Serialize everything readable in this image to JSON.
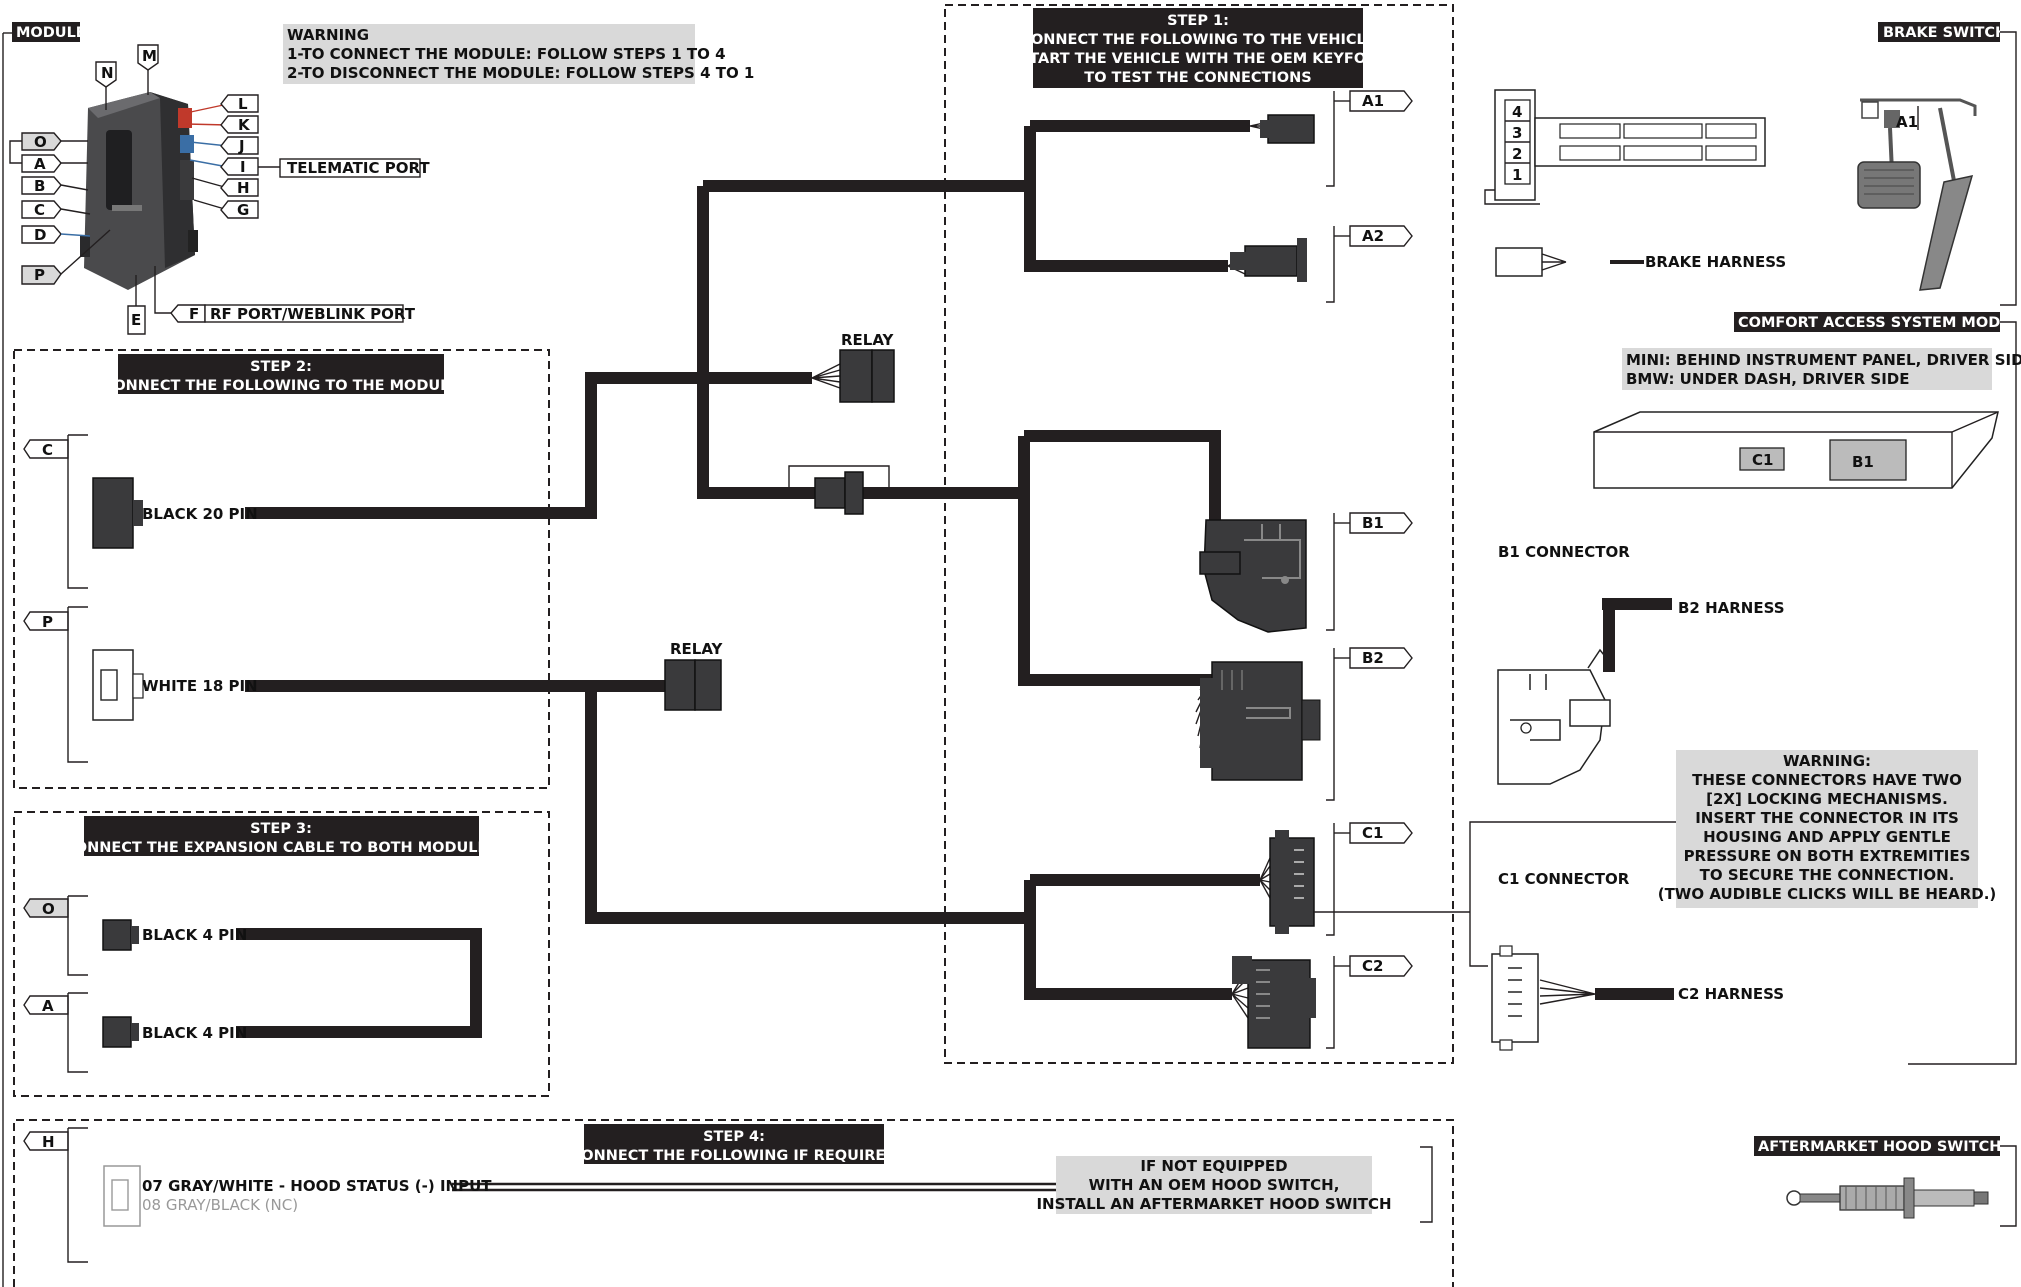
{
  "module": {
    "title": "MODULE",
    "warning": {
      "title": "WARNING",
      "line1": "1-TO CONNECT THE MODULE: FOLLOW STEPS 1 TO 4",
      "line2": "2-TO DISCONNECT THE MODULE: FOLLOW STEPS 4 TO 1"
    },
    "ports": {
      "N": "N",
      "M": "M",
      "L": "L",
      "K": "K",
      "J": "J",
      "I": "I",
      "H": "H",
      "G": "G",
      "O": "O",
      "A": "A",
      "B": "B",
      "C": "C",
      "D": "D",
      "P": "P",
      "E": "E",
      "F": "F"
    },
    "telematic_port": "TELEMATIC PORT",
    "rf_port": "RF PORT/WEBLINK PORT"
  },
  "step1": {
    "line1": "STEP 1:",
    "line2": "CONNECT THE FOLLOWING TO THE VEHICLE",
    "line3": "START THE VEHICLE WITH THE OEM KEYFOB",
    "line4": "TO TEST THE CONNECTIONS",
    "tags": {
      "a1": "A1",
      "a2": "A2",
      "b1": "B1",
      "b2": "B2",
      "c1": "C1",
      "c2": "C2"
    }
  },
  "step2": {
    "line1": "STEP 2:",
    "line2": "CONNECT THE FOLLOWING TO THE MODULE",
    "tag_c": "C",
    "tag_p": "P",
    "black20": "BLACK 20 PIN",
    "white18": "WHITE 18 PIN"
  },
  "step3": {
    "line1": "STEP 3:",
    "line2": "CONNECT THE EXPANSION CABLE TO BOTH MODULES",
    "tag_o": "O",
    "tag_a": "A",
    "black4a": "BLACK 4 PIN",
    "black4b": "BLACK 4 PIN"
  },
  "step4": {
    "line1": "STEP 4:",
    "line2": "CONNECT THE FOLLOWING IF REQUIRED",
    "tag_h": "H",
    "wire07": "07 GRAY/WHITE - HOOD STATUS (-) INPUT",
    "wire08": "08 GRAY/BLACK (NC)",
    "note1": "IF NOT EQUIPPED",
    "note2": "WITH AN OEM HOOD SWITCH,",
    "note3": "INSTALL AN AFTERMARKET HOOD SWITCH"
  },
  "relay_top": "RELAY",
  "relay_bottom": "RELAY",
  "brake_switch": {
    "title": "BRAKE SWITCH",
    "a1": "A1",
    "pins": [
      "4",
      "3",
      "2",
      "1"
    ],
    "harness": "BRAKE HARNESS"
  },
  "comfort": {
    "title": "COMFORT ACCESS SYSTEM MODULE",
    "mini": "MINI: BEHIND INSTRUMENT PANEL, DRIVER SIDE",
    "bmw": "BMW: UNDER DASH, DRIVER SIDE",
    "c1": "C1",
    "b1": "B1"
  },
  "b1_connector": "B1 CONNECTOR",
  "b2_harness": "B2 HARNESS",
  "c1_connector": "C1 CONNECTOR",
  "c2_harness": "C2 HARNESS",
  "warning2": {
    "title": "WARNING:",
    "l1": "THESE CONNECTORS HAVE TWO",
    "l2": "[2X] LOCKING MECHANISMS.",
    "l3": "INSERT THE CONNECTOR IN ITS",
    "l4": "HOUSING AND APPLY GENTLE",
    "l5": "PRESSURE ON BOTH EXTREMITIES",
    "l6": "TO SECURE THE CONNECTION.",
    "l7": "(TWO AUDIBLE CLICKS WILL BE HEARD.)"
  },
  "hood_switch": "AFTERMARKET HOOD SWITCH (-)"
}
